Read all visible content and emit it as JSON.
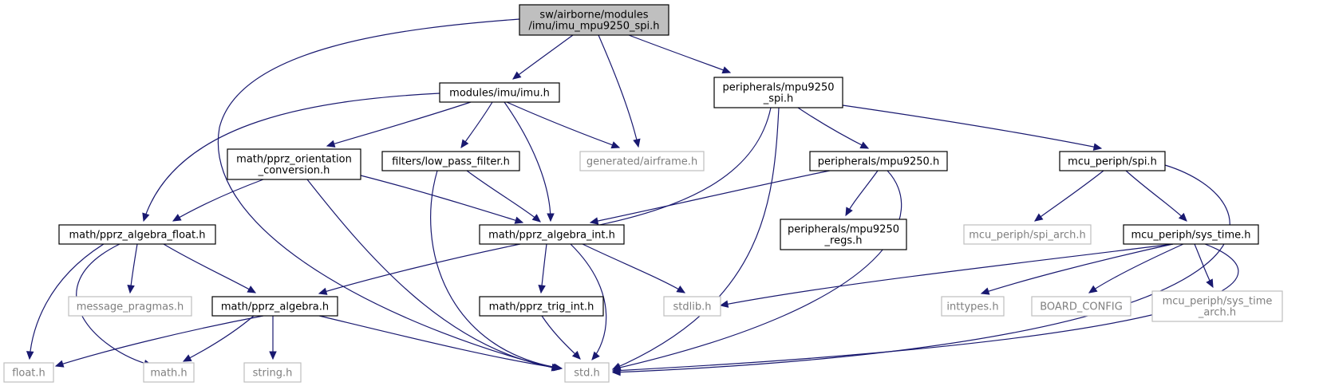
{
  "colors": {
    "edge": "#191970",
    "root_fill": "#bfbfbf",
    "node_fill": "#ffffff",
    "local_border": "#000000",
    "external_border": "#bfbfbf",
    "local_text": "#000000",
    "external_text": "#7f7f7f"
  },
  "nodes": [
    {
      "id": "root",
      "lines": [
        "sw/airborne/modules",
        "/imu/imu_mpu9250_spi.h"
      ],
      "kind": "root"
    },
    {
      "id": "imu_h",
      "lines": [
        "modules/imu/imu.h"
      ],
      "kind": "local"
    },
    {
      "id": "airframe_h",
      "lines": [
        "generated/airframe.h"
      ],
      "kind": "external"
    },
    {
      "id": "mpu9250_spi_h",
      "lines": [
        "peripherals/mpu9250",
        "_spi.h"
      ],
      "kind": "local"
    },
    {
      "id": "orient_conv_h",
      "lines": [
        "math/pprz_orientation",
        "_conversion.h"
      ],
      "kind": "local"
    },
    {
      "id": "lpf_h",
      "lines": [
        "filters/low_pass_filter.h"
      ],
      "kind": "local"
    },
    {
      "id": "mpu9250_h",
      "lines": [
        "peripherals/mpu9250.h"
      ],
      "kind": "local"
    },
    {
      "id": "spi_h",
      "lines": [
        "mcu_periph/spi.h"
      ],
      "kind": "local"
    },
    {
      "id": "alg_float_h",
      "lines": [
        "math/pprz_algebra_float.h"
      ],
      "kind": "local"
    },
    {
      "id": "alg_int_h",
      "lines": [
        "math/pprz_algebra_int.h"
      ],
      "kind": "local"
    },
    {
      "id": "mpu_regs_h",
      "lines": [
        "peripherals/mpu9250",
        "_regs.h"
      ],
      "kind": "local"
    },
    {
      "id": "spi_arch_h",
      "lines": [
        "mcu_periph/spi_arch.h"
      ],
      "kind": "external"
    },
    {
      "id": "sys_time_h",
      "lines": [
        "mcu_periph/sys_time.h"
      ],
      "kind": "local"
    },
    {
      "id": "msg_pragmas_h",
      "lines": [
        "message_pragmas.h"
      ],
      "kind": "external"
    },
    {
      "id": "alg_h",
      "lines": [
        "math/pprz_algebra.h"
      ],
      "kind": "local"
    },
    {
      "id": "trig_int_h",
      "lines": [
        "math/pprz_trig_int.h"
      ],
      "kind": "local"
    },
    {
      "id": "stdlib_h",
      "lines": [
        "stdlib.h"
      ],
      "kind": "external"
    },
    {
      "id": "inttypes_h",
      "lines": [
        "inttypes.h"
      ],
      "kind": "external"
    },
    {
      "id": "board_config",
      "lines": [
        "BOARD_CONFIG"
      ],
      "kind": "external"
    },
    {
      "id": "sys_time_arch_h",
      "lines": [
        "mcu_periph/sys_time",
        "_arch.h"
      ],
      "kind": "external"
    },
    {
      "id": "float_h",
      "lines": [
        "float.h"
      ],
      "kind": "external"
    },
    {
      "id": "math_h",
      "lines": [
        "math.h"
      ],
      "kind": "external"
    },
    {
      "id": "string_h",
      "lines": [
        "string.h"
      ],
      "kind": "external"
    },
    {
      "id": "std_h",
      "lines": [
        "std.h"
      ],
      "kind": "external"
    }
  ],
  "edges": [
    {
      "from": "root",
      "to": "imu_h"
    },
    {
      "from": "root",
      "to": "airframe_h"
    },
    {
      "from": "root",
      "to": "mpu9250_spi_h"
    },
    {
      "from": "root",
      "to": "std_h"
    },
    {
      "from": "imu_h",
      "to": "airframe_h"
    },
    {
      "from": "imu_h",
      "to": "orient_conv_h"
    },
    {
      "from": "imu_h",
      "to": "lpf_h"
    },
    {
      "from": "imu_h",
      "to": "alg_float_h"
    },
    {
      "from": "imu_h",
      "to": "alg_int_h"
    },
    {
      "from": "mpu9250_spi_h",
      "to": "mpu9250_h"
    },
    {
      "from": "mpu9250_spi_h",
      "to": "spi_h"
    },
    {
      "from": "mpu9250_spi_h",
      "to": "alg_int_h"
    },
    {
      "from": "mpu9250_spi_h",
      "to": "std_h"
    },
    {
      "from": "orient_conv_h",
      "to": "alg_float_h"
    },
    {
      "from": "orient_conv_h",
      "to": "alg_int_h"
    },
    {
      "from": "orient_conv_h",
      "to": "std_h"
    },
    {
      "from": "lpf_h",
      "to": "alg_int_h"
    },
    {
      "from": "lpf_h",
      "to": "std_h"
    },
    {
      "from": "mpu9250_h",
      "to": "alg_int_h"
    },
    {
      "from": "mpu9250_h",
      "to": "mpu_regs_h"
    },
    {
      "from": "mpu9250_h",
      "to": "std_h"
    },
    {
      "from": "spi_h",
      "to": "spi_arch_h"
    },
    {
      "from": "spi_h",
      "to": "sys_time_h"
    },
    {
      "from": "spi_h",
      "to": "std_h"
    },
    {
      "from": "alg_float_h",
      "to": "msg_pragmas_h"
    },
    {
      "from": "alg_float_h",
      "to": "alg_h"
    },
    {
      "from": "alg_float_h",
      "to": "float_h"
    },
    {
      "from": "alg_float_h",
      "to": "math_h"
    },
    {
      "from": "alg_int_h",
      "to": "alg_h"
    },
    {
      "from": "alg_int_h",
      "to": "trig_int_h"
    },
    {
      "from": "alg_int_h",
      "to": "stdlib_h"
    },
    {
      "from": "alg_int_h",
      "to": "std_h"
    },
    {
      "from": "sys_time_h",
      "to": "stdlib_h"
    },
    {
      "from": "sys_time_h",
      "to": "inttypes_h"
    },
    {
      "from": "sys_time_h",
      "to": "board_config"
    },
    {
      "from": "sys_time_h",
      "to": "sys_time_arch_h"
    },
    {
      "from": "sys_time_h",
      "to": "std_h"
    },
    {
      "from": "alg_h",
      "to": "float_h"
    },
    {
      "from": "alg_h",
      "to": "math_h"
    },
    {
      "from": "alg_h",
      "to": "string_h"
    },
    {
      "from": "alg_h",
      "to": "std_h"
    },
    {
      "from": "trig_int_h",
      "to": "std_h"
    }
  ]
}
